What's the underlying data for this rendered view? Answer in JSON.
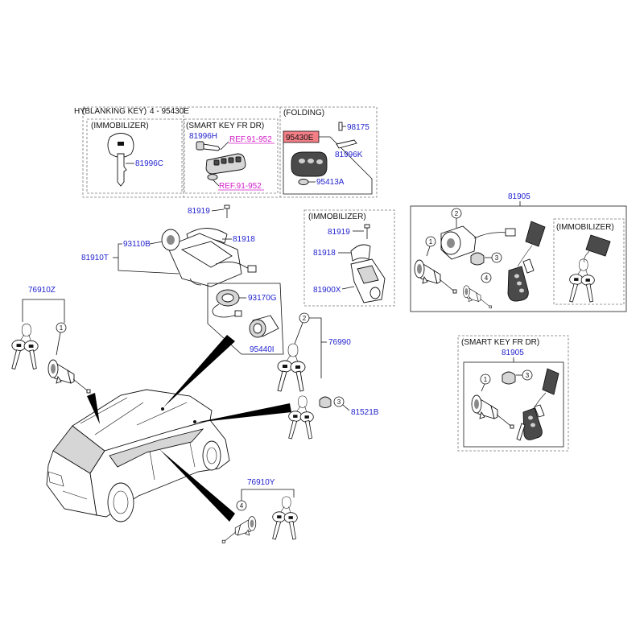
{
  "header": {
    "prefix": "HY",
    "overlay": "(BLANKING KEY)",
    "suffix": "4 - 95430E"
  },
  "blank_key_section": {
    "folding_label": "(FOLDING)",
    "immobilizer": {
      "label": "(IMMOBILIZER)",
      "key_part": "81996C"
    },
    "smart_key": {
      "label": "(SMART KEY FR DR)",
      "blade_part": "81996H",
      "fob_ref": "REF.91-952",
      "battery_ref": "REF.91-952"
    },
    "folding": {
      "pin_part": "98175",
      "highlighted_part": "95430E",
      "blade_part": "81996K",
      "battery_part": "95413A"
    }
  },
  "ignition_group": {
    "bolt_part": "81919",
    "shroud_part": "81918",
    "cylinder_part": "93110B",
    "assembly_part": "81910T"
  },
  "immobilizer_ignition_group": {
    "label": "(IMMOBILIZER)",
    "bolt_part": "81919",
    "shroud_part": "81918",
    "assembly_part": "81900X"
  },
  "lock_set_group": {
    "part": "81905",
    "immobilizer_label": "(IMMOBILIZER)",
    "callouts": [
      "2",
      "1",
      "3",
      "4"
    ]
  },
  "left_lock_group": {
    "part": "76910Z",
    "callout": "1"
  },
  "coil_group": {
    "coil_part": "93170G",
    "antenna_part": "95440I"
  },
  "key_group": {
    "part": "76990",
    "callout": "2"
  },
  "tailgate_key_group": {
    "part": "81521B",
    "callout": "3"
  },
  "right_lock_group": {
    "part": "76910Y",
    "callout": "4"
  },
  "smart_lock_set_group": {
    "label": "(SMART KEY FR DR)",
    "part": "81905",
    "callouts": [
      "1",
      "3"
    ]
  },
  "colors": {
    "part_number": "#2323d0",
    "reference": "#d21cc8",
    "highlight": "#f37e86",
    "line": "#111111"
  }
}
